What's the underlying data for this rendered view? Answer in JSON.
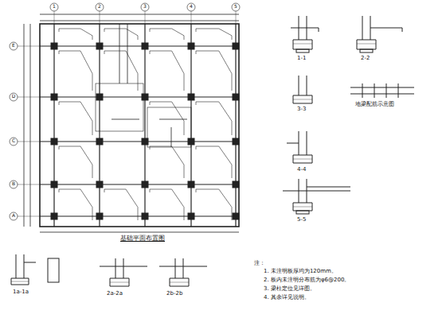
{
  "diagram": {
    "caption": "基础平面布置图",
    "labels": [
      "1",
      "2",
      "3",
      "4",
      "5",
      "E",
      "D",
      "C",
      "B",
      "A",
      "1-1",
      "2-2",
      "3-3",
      "地梁配筋示意图",
      "4-4",
      "5-5",
      "1a-1a",
      "2a-2a",
      "2b-2b",
      "注：",
      "1. 未注明板厚均为120mm。",
      "2. 板内未注明分布筋为φ6@200。",
      "3. 梁柱定位见详图。",
      "4. 其余详见说明。"
    ]
  }
}
